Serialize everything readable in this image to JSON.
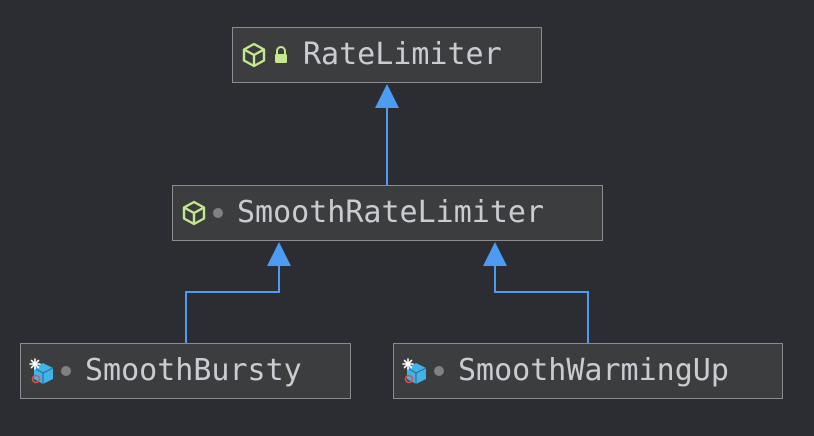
{
  "colors": {
    "background": "#2b2d33",
    "node_fill": "#3c3d3f",
    "node_border": "#8a8c8e",
    "text": "#c9ccd1",
    "edge": "#4e9bf2",
    "interface_icon": "#c3e88d",
    "class_icon": "#41b3e8"
  },
  "nodes": {
    "rate_limiter": {
      "label": "RateLimiter",
      "icon": "interface-cube-icon",
      "modifier": "lock-icon"
    },
    "smooth_rate_limiter": {
      "label": "SmoothRateLimiter",
      "icon": "interface-cube-icon",
      "modifier": "package-private-dot-icon"
    },
    "smooth_bursty": {
      "label": "SmoothBursty",
      "icon": "static-class-icon",
      "modifier": "package-private-dot-icon"
    },
    "smooth_warming_up": {
      "label": "SmoothWarmingUp",
      "icon": "static-class-icon",
      "modifier": "package-private-dot-icon"
    }
  },
  "edges": [
    {
      "from": "smooth_rate_limiter",
      "to": "rate_limiter",
      "type": "inheritance"
    },
    {
      "from": "smooth_bursty",
      "to": "smooth_rate_limiter",
      "type": "inheritance"
    },
    {
      "from": "smooth_warming_up",
      "to": "smooth_rate_limiter",
      "type": "inheritance"
    }
  ]
}
